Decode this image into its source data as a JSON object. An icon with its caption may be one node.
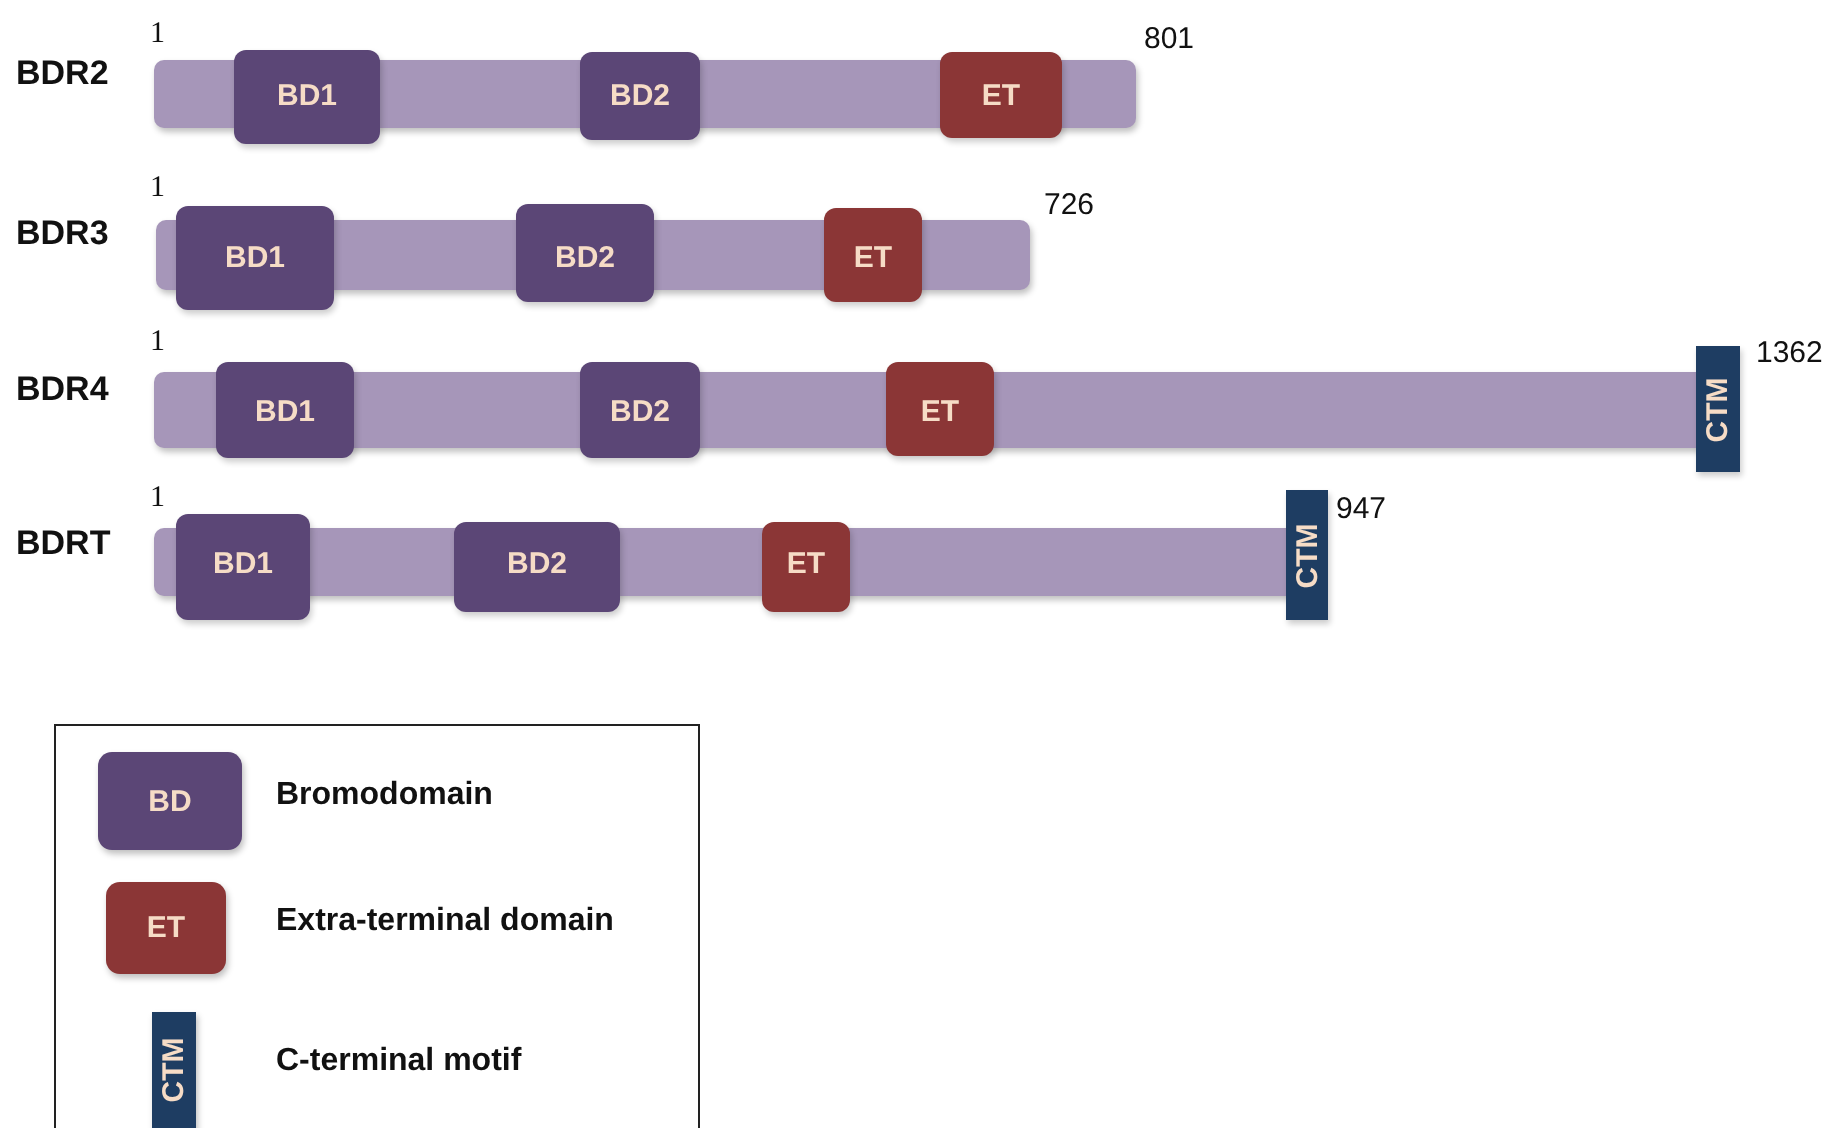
{
  "diagram": {
    "nodes": [
      {
        "text": [
          "BDR2"
        ],
        "beside": [
          "1",
          "801"
        ]
      },
      {
        "text": [
          "BD1"
        ]
      },
      {
        "text": [
          "BD2"
        ]
      },
      {
        "text": [
          "ET"
        ]
      },
      {
        "text": [
          "BDR3"
        ],
        "beside": [
          "1",
          "726"
        ]
      },
      {
        "text": [
          "BD1"
        ]
      },
      {
        "text": [
          "BD2"
        ]
      },
      {
        "text": [
          "ET"
        ]
      },
      {
        "text": [
          "BDR4"
        ],
        "beside": [
          "1"
        ]
      },
      {
        "text": [
          "BD1"
        ]
      },
      {
        "text": [
          "BD2"
        ]
      },
      {
        "text": [
          "ET"
        ]
      },
      {
        "text": [
          "CTM"
        ],
        "beside": [
          "1362"
        ]
      },
      {
        "text": [
          "BDRT"
        ],
        "beside": [
          "1"
        ]
      },
      {
        "text": [
          "BD1"
        ]
      },
      {
        "text": [
          "BD2"
        ]
      },
      {
        "text": [
          "ET"
        ]
      },
      {
        "text": [
          "CTM"
        ],
        "beside": [
          "947"
        ]
      }
    ],
    "edges": [],
    "labels": [
      "BD",
      "ET",
      "CTM"
    ],
    "legend": [
      {
        "text": "Bromodomain",
        "color": "#5b4676"
      },
      {
        "text": "Extra-terminal domain",
        "color": "#8b3636"
      },
      {
        "text": "C-terminal motif",
        "color": "#1e3d62"
      }
    ]
  }
}
